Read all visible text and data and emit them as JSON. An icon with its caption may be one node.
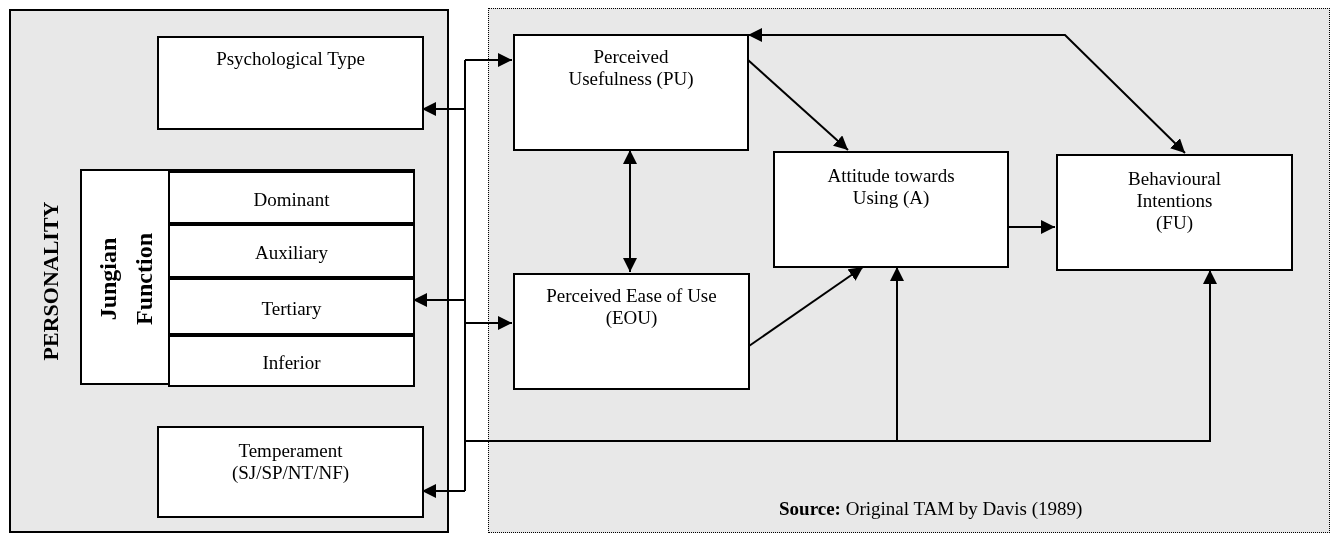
{
  "diagram": {
    "nodes": [
      {
        "text": [
          "PERSONALITY"
        ]
      },
      {
        "text": [
          "Psychological Type"
        ],
        "in": 0
      },
      {
        "text": [
          "Jungian Function"
        ],
        "in": 0
      },
      {
        "text": [
          "Dominant"
        ],
        "in": 2
      },
      {
        "text": [
          "Auxiliary"
        ],
        "in": 2
      },
      {
        "text": [
          "Tertiary"
        ],
        "in": 2
      },
      {
        "text": [
          "Inferior"
        ],
        "in": 2
      },
      {
        "text": [
          "Temperament (SJ/SP/NT/NF)"
        ],
        "in": 0
      },
      {
        "text": [
          "**Source:** Original TAM by Davis (1989)"
        ]
      },
      {
        "text": [
          "Perceived Usefulness (PU)"
        ],
        "in": 8
      },
      {
        "text": [
          "Perceived Ease of Use (EOU)"
        ],
        "in": 8
      },
      {
        "text": [
          "Attitude towards Using (A)"
        ],
        "in": 8
      },
      {
        "text": [
          "Behavioural Intentions (FU)"
        ],
        "in": 8
      }
    ],
    "edges": [
      {
        "from": 9,
        "to": 10,
        "arrow": "both"
      },
      {
        "from": 9,
        "to": 11,
        "arrow": "to"
      },
      {
        "from": 10,
        "to": 11,
        "arrow": "to"
      },
      {
        "from": 11,
        "to": 12,
        "arrow": "to"
      },
      {
        "from": 12,
        "to": 9,
        "arrow": "both"
      },
      {
        "from": null,
        "to": 1,
        "arrow": "to"
      },
      {
        "from": null,
        "to": 5,
        "arrow": "to"
      },
      {
        "from": null,
        "to": 7,
        "arrow": "to"
      },
      {
        "from": 0,
        "to": 9,
        "arrow": "to"
      },
      {
        "from": 0,
        "to": 10,
        "arrow": "to"
      },
      {
        "from": 0,
        "to": 11,
        "arrow": "to"
      },
      {
        "from": 0,
        "to": 12,
        "arrow": "to"
      }
    ]
  }
}
